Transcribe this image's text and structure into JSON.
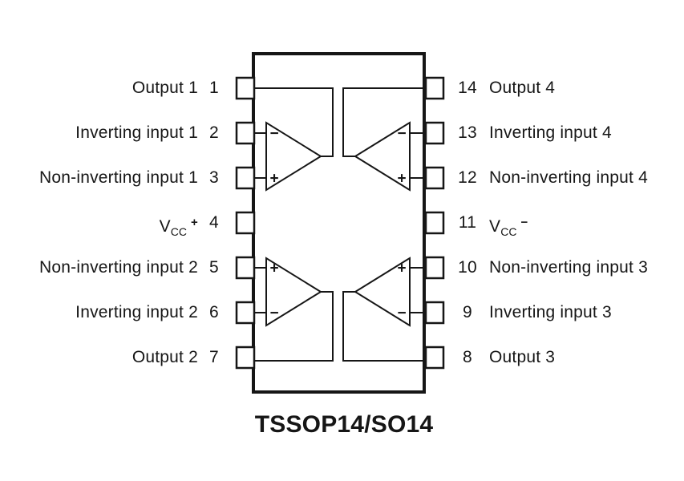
{
  "colors": {
    "ink": "#161616",
    "background": "#ffffff"
  },
  "caption": "TSSOP14/SO14",
  "glyphs": {
    "plus": "+",
    "minus": "−"
  },
  "pins": {
    "left": [
      {
        "number": "1",
        "label": "Output 1"
      },
      {
        "number": "2",
        "label": "Inverting input 1"
      },
      {
        "number": "3",
        "label": "Non-inverting input 1"
      },
      {
        "number": "4",
        "label_base": "V",
        "label_sub": "CC",
        "label_sup": "+"
      },
      {
        "number": "5",
        "label": "Non-inverting input 2"
      },
      {
        "number": "6",
        "label": "Inverting input 2"
      },
      {
        "number": "7",
        "label": "Output 2"
      }
    ],
    "right": [
      {
        "number": "14",
        "label": "Output 4"
      },
      {
        "number": "13",
        "label": "Inverting input 4"
      },
      {
        "number": "12",
        "label": "Non-inverting input 4"
      },
      {
        "number": "11",
        "label_base": "V",
        "label_sub": "CC",
        "label_sup": "−"
      },
      {
        "number": "10",
        "label": "Non-inverting input 3"
      },
      {
        "number": "9",
        "label": "Inverting input 3"
      },
      {
        "number": "8",
        "label": "Output 3"
      }
    ]
  },
  "opamps": [
    {
      "name": "op-amp-1",
      "inverting_input_pin": "2",
      "non_inverting_input_pin": "3",
      "output_pin": "1"
    },
    {
      "name": "op-amp-4",
      "inverting_input_pin": "13",
      "non_inverting_input_pin": "12",
      "output_pin": "14"
    },
    {
      "name": "op-amp-2",
      "inverting_input_pin": "6",
      "non_inverting_input_pin": "5",
      "output_pin": "7"
    },
    {
      "name": "op-amp-3",
      "inverting_input_pin": "9",
      "non_inverting_input_pin": "10",
      "output_pin": "8"
    }
  ]
}
